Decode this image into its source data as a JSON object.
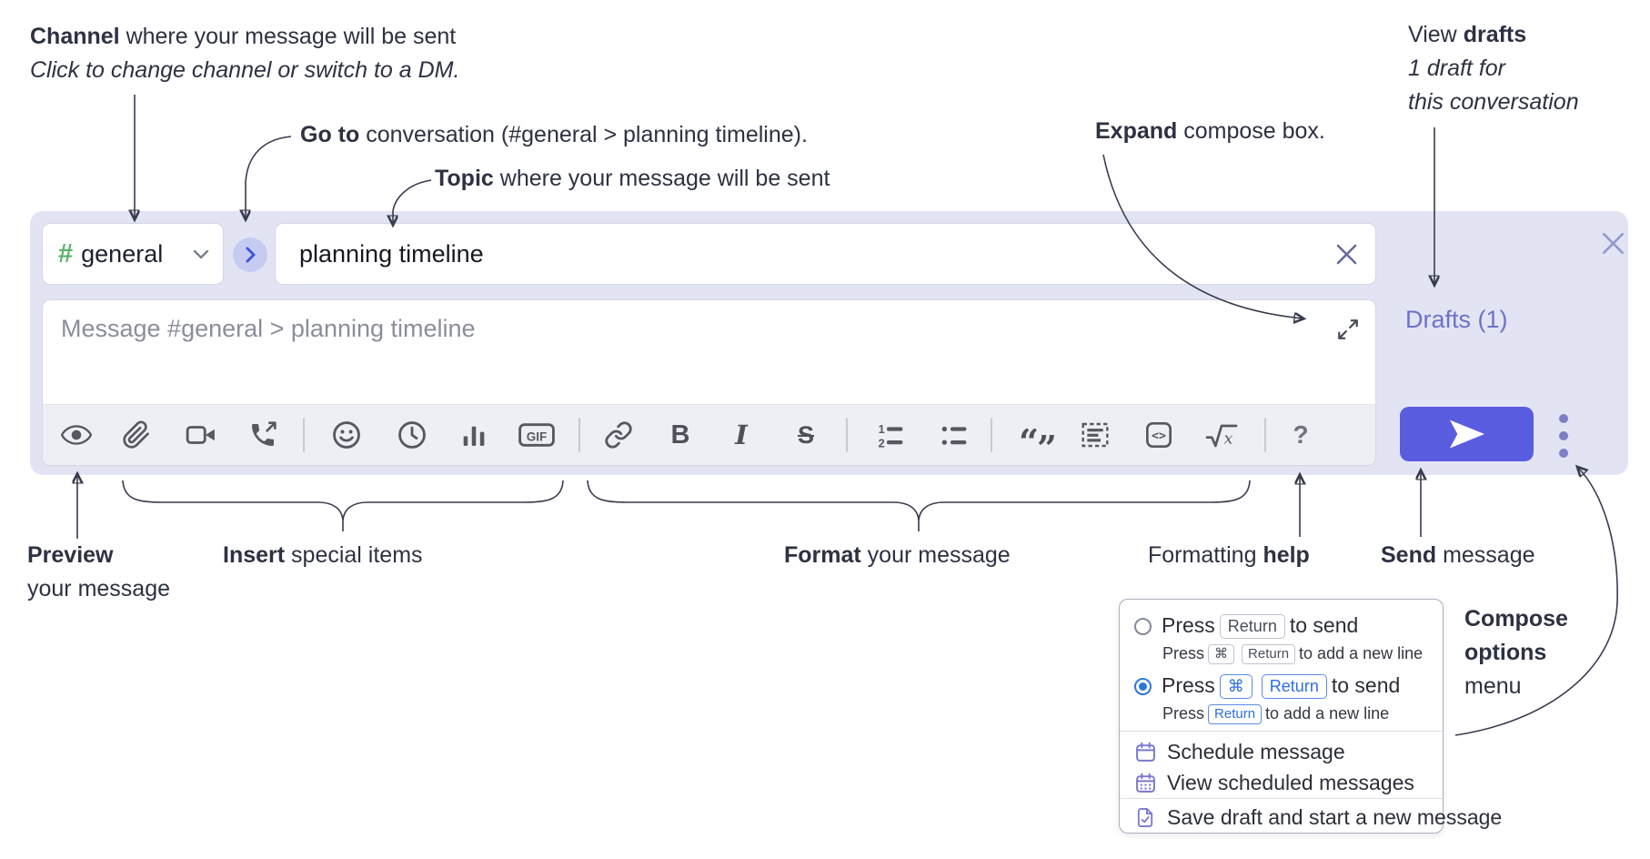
{
  "annotations": {
    "channel": {
      "bold": "Channel",
      "rest": " where your message will be sent",
      "line2": "Click to change channel or switch to a DM."
    },
    "goto": {
      "bold": "Go to",
      "rest": " conversation (#general > planning timeline)."
    },
    "topic": {
      "bold": "Topic",
      "rest": " where your message will be sent"
    },
    "expand": {
      "bold": "Expand",
      "rest": " compose box."
    },
    "view_drafts": {
      "pre": "View ",
      "bold": "drafts",
      "line2": "1 draft for",
      "line3": "this conversation"
    },
    "preview": {
      "bold": "Preview",
      "line2": "your message"
    },
    "insert": {
      "bold": "Insert",
      "rest": " special items"
    },
    "format": {
      "bold": "Format",
      "rest": " your message"
    },
    "formatting_help": {
      "pre": "Formatting ",
      "bold": "help"
    },
    "send": {
      "bold": "Send",
      "rest": " message"
    },
    "compose_options": {
      "line1": "Compose",
      "line2": "options",
      "line3": "menu"
    }
  },
  "compose": {
    "channel_hash": "#",
    "channel_name": "general",
    "topic_value": "planning timeline",
    "message_placeholder": "Message #general > planning timeline",
    "drafts_link": "Drafts (1)",
    "toolbar": {
      "gif": "GIF",
      "bold": "B",
      "italic": "I",
      "strike": "S",
      "ol1": "1",
      "ol2": "2",
      "quote_open": "“",
      "quote_close": "”",
      "code": "<>",
      "math_var": "x",
      "help": "?"
    }
  },
  "menu": {
    "option1": {
      "pre": "Press",
      "key1": "Return",
      "post": "to send",
      "sub_pre": "Press",
      "sub_key1": "⌘",
      "sub_key2": "Return",
      "sub_post": "to add a new line"
    },
    "option2": {
      "pre": "Press",
      "key1": "⌘",
      "key2": "Return",
      "post": "to send",
      "sub_pre": "Press",
      "sub_key1": "Return",
      "sub_post": "to add a new line"
    },
    "schedule": "Schedule message",
    "view_scheduled": "View scheduled messages",
    "save_draft": "Save draft and start a new message"
  },
  "colors": {
    "accent": "#5a5ce0",
    "compose_bg": "#e2e4f3",
    "link_purple": "#6d72c9",
    "hash_green": "#58b368",
    "radio_blue": "#2b78d9",
    "menu_icon_purple": "#7a78d0"
  }
}
